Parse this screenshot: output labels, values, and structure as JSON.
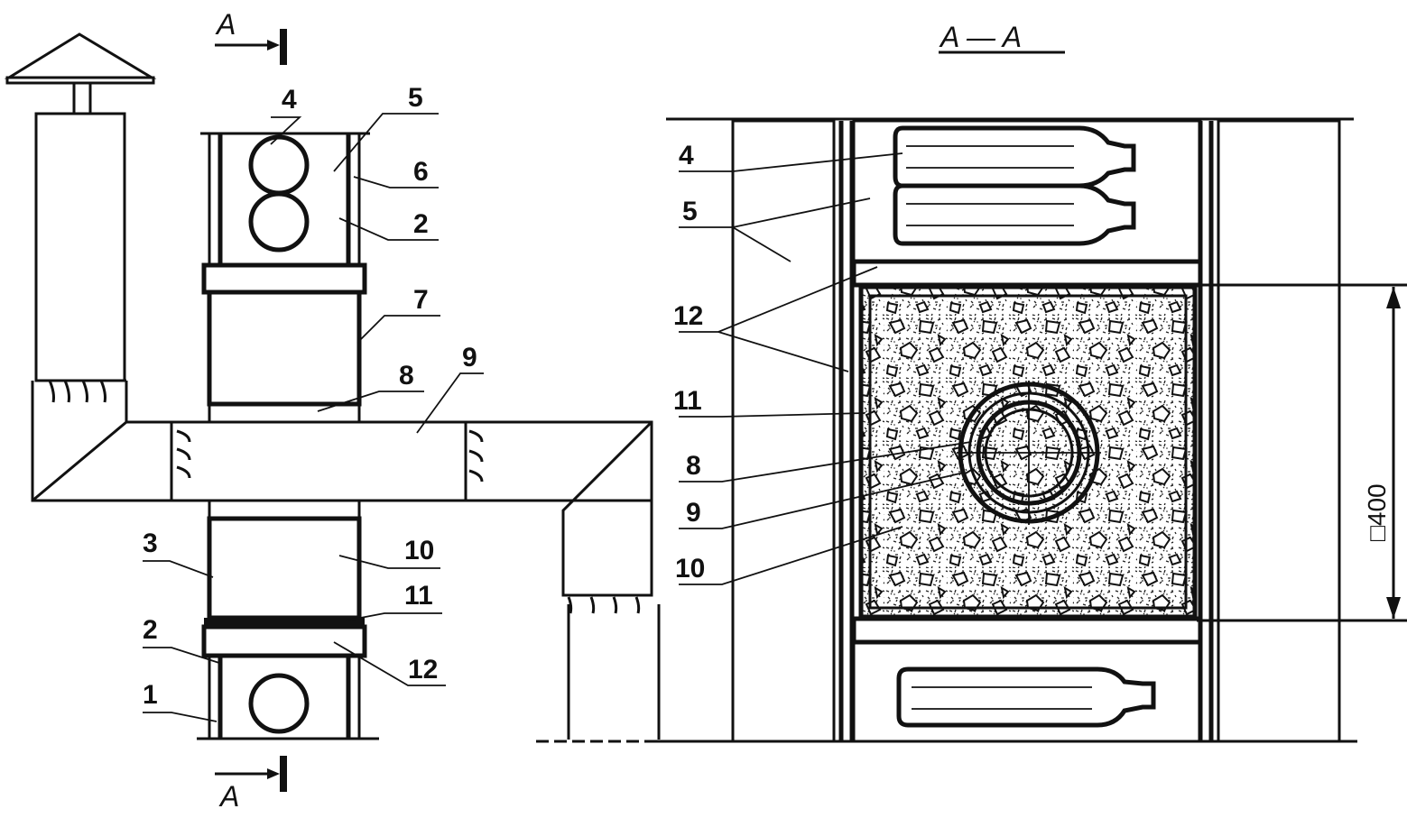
{
  "section_marks": {
    "top": "A",
    "bottom": "A",
    "title": "A — A"
  },
  "left_labels": {
    "l1": "1",
    "l2a": "2",
    "l2b": "2",
    "l3": "3",
    "l4": "4",
    "l5": "5",
    "l6": "6",
    "l7": "7",
    "l8": "8",
    "l9": "9",
    "l10": "10",
    "l11": "11",
    "l12": "12"
  },
  "right_labels": {
    "r4": "4",
    "r5": "5",
    "r12": "12",
    "r11": "11",
    "r8": "8",
    "r9": "9",
    "r10": "10"
  },
  "dimension": "□400",
  "colors": {
    "ink": "#111111",
    "paper": "#ffffff"
  }
}
